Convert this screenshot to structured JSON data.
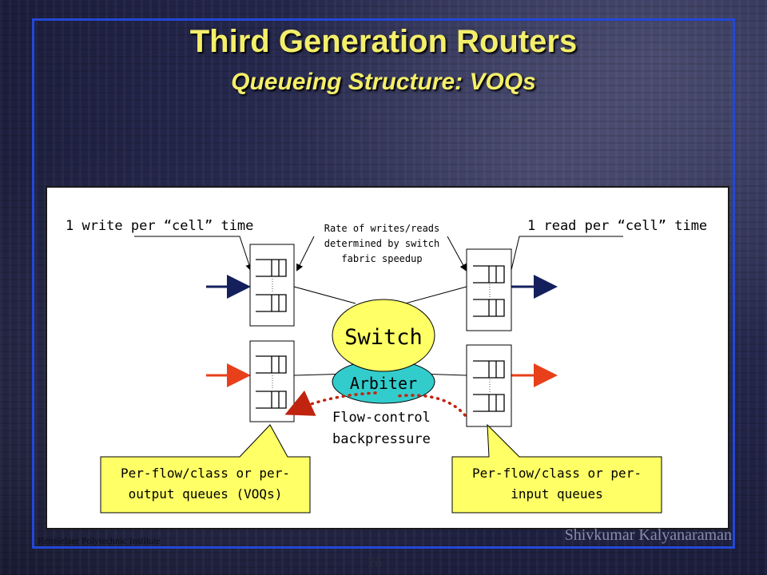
{
  "slide": {
    "title": "Third Generation Routers",
    "subtitle": "Queueing Structure: VOQs",
    "footer_left": "Rensselaer Polytechnic Institute",
    "footer_right": "Shivkumar Kalyanaraman",
    "page_number": "26"
  },
  "diagram": {
    "write_label": "1 write per “cell” time",
    "read_label": "1 read per “cell” time",
    "rate_note": [
      "Rate of writes/reads",
      "determined by switch",
      "fabric speedup"
    ],
    "switch_label": "Switch",
    "arbiter_label": "Arbiter",
    "flow_control": [
      "Flow-control",
      "backpressure"
    ],
    "callout_left": [
      "Per-flow/class or per-",
      "output queues (VOQs)"
    ],
    "callout_right": [
      "Per-flow/class or per-",
      "input queues"
    ],
    "colors": {
      "arrow_blue": "#14205c",
      "arrow_red": "#e8401a",
      "dotted_red": "#c0240f",
      "switch_fill": "#ffff66",
      "arbiter_fill": "#33cccc",
      "callout_fill": "#ffff66"
    }
  }
}
